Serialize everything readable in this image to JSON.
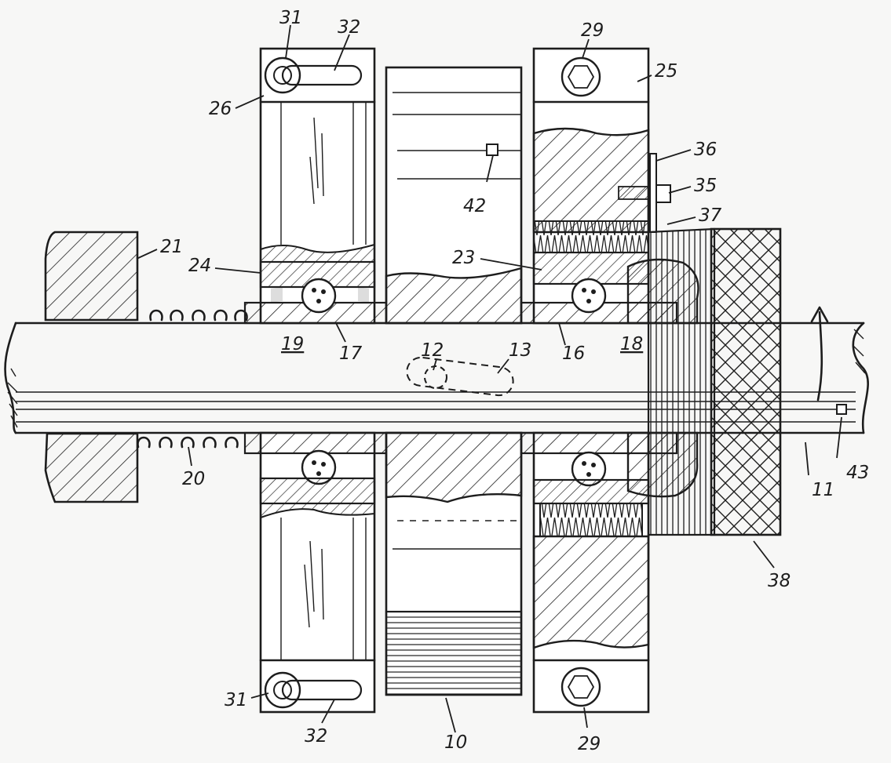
{
  "figure": {
    "labels": {
      "l10": "10",
      "l11": "11",
      "l12": "12",
      "l13": "13",
      "l16": "16",
      "l17": "17",
      "l18": "18",
      "l19": "19",
      "l20": "20",
      "l21": "21",
      "l23": "23",
      "l24": "24",
      "l25": "25",
      "l26": "26",
      "l29a": "29",
      "l29b": "29",
      "l31a": "31",
      "l31b": "31",
      "l32a": "32",
      "l32b": "32",
      "l35": "35",
      "l36": "36",
      "l37": "37",
      "l38": "38",
      "l42": "42",
      "l43": "43"
    }
  }
}
